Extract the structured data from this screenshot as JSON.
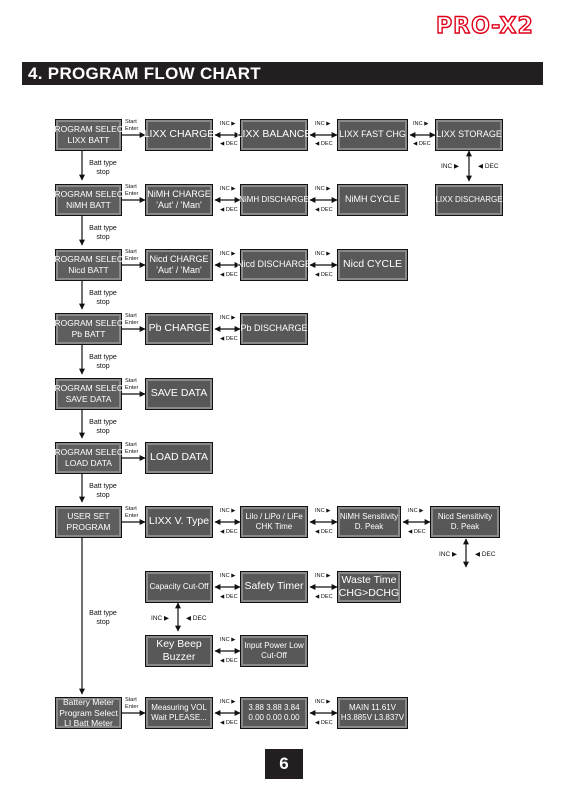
{
  "header": {
    "logo": "PRO-X2",
    "section_title": "4. PROGRAM FLOW CHART"
  },
  "labels": {
    "start": [
      "Start",
      "Enter"
    ],
    "batt_type": [
      "Batt type",
      "stop"
    ],
    "inc": "INC",
    "dec": "DEC"
  },
  "rows": {
    "lixx": {
      "program": [
        "PROGRAM SELECT",
        "LIXX BATT"
      ],
      "charge": [
        "LIXX CHARGE"
      ],
      "balance": [
        "LIXX BALANCE"
      ],
      "fast": [
        "LIXX FAST CHG"
      ],
      "storage": [
        "LIXX STORAGE"
      ],
      "discharge": [
        "LIXX DISCHARGE"
      ]
    },
    "nimh": {
      "program": [
        "PROGRAM SELECT",
        "NiMH BATT"
      ],
      "charge": [
        "NiMH CHARGE",
        "'Aut' / 'Man'"
      ],
      "discharge": [
        "NiMH DISCHARGE"
      ],
      "cycle": [
        "NiMH CYCLE"
      ]
    },
    "nicd": {
      "program": [
        "PROGRAM SELECT",
        "Nicd BATT"
      ],
      "charge": [
        "Nicd CHARGE",
        "'Aut' / 'Man'"
      ],
      "discharge": [
        "Nicd DISCHARGE"
      ],
      "cycle": [
        "Nicd CYCLE"
      ]
    },
    "pb": {
      "program": [
        "PROGRAM SELECT",
        "Pb BATT"
      ],
      "charge": [
        "Pb CHARGE"
      ],
      "discharge": [
        "Pb DISCHARGE"
      ]
    },
    "save": {
      "program": [
        "PROGRAM SELECT",
        "SAVE DATA"
      ],
      "data": [
        "SAVE DATA"
      ]
    },
    "load": {
      "program": [
        "PROGRAM SELECT",
        "LOAD DATA"
      ],
      "data": [
        "LOAD DATA"
      ]
    },
    "user": {
      "program": [
        "USER SET",
        "PROGRAM"
      ],
      "type": [
        "LIXX V. Type"
      ],
      "chk": [
        "Lilo / LiPo / LiFe",
        "CHK Time"
      ],
      "nimh_sens": [
        "NiMH Sensitivity",
        "D. Peak"
      ],
      "nicd_sens": [
        "Nicd Sensitivity",
        "D. Peak"
      ],
      "cutoff": [
        "Capacity Cut-Off"
      ],
      "timer": [
        "Safety Timer"
      ],
      "waste": [
        "Waste Time",
        "CHG>DCHG"
      ],
      "beep": [
        "Key Beep",
        "Buzzer"
      ],
      "power": [
        "Input Power Low",
        "Cut-Off"
      ]
    },
    "meter": {
      "program": [
        "Battery Meter",
        "Program Select",
        "LI Batt Meter"
      ],
      "measuring": [
        "Measuring VOL",
        "Wait PLEASE..."
      ],
      "cells": [
        "3.88   3.88   3.84",
        "0.00   0.00   0.00"
      ],
      "main": [
        "MAIN 11.61V",
        "H3.885V   L3.837V"
      ]
    }
  },
  "page_number": "6"
}
